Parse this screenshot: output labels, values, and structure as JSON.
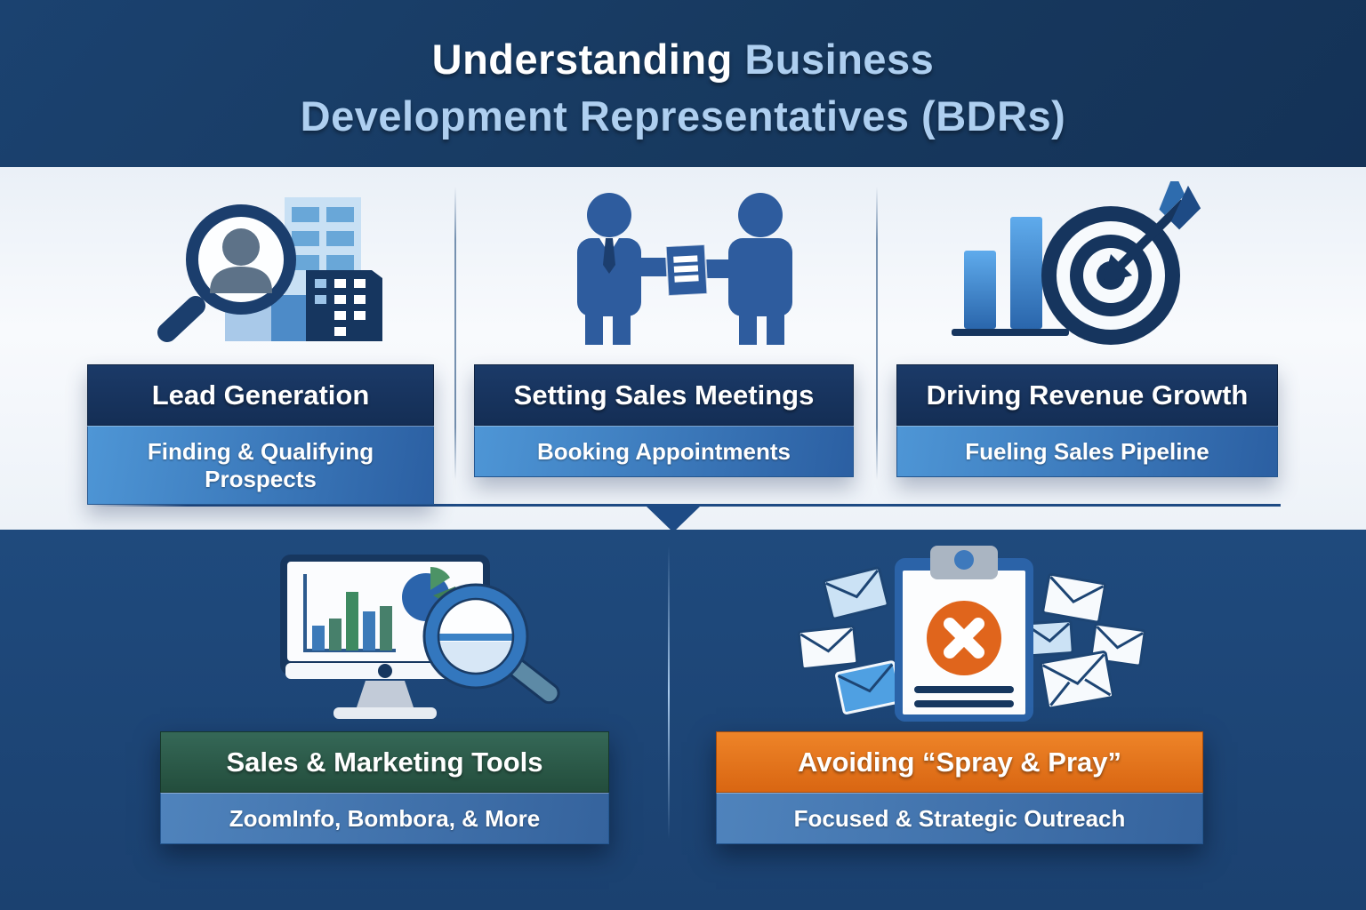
{
  "header": {
    "line1_white": "Understanding",
    "line1_blue": " Business",
    "line2": "Development Representatives (BDRs)"
  },
  "top_cards": [
    {
      "title": "Lead Generation",
      "subtitle": "Finding & Qualifying Prospects",
      "icon": "prospect-search-icon"
    },
    {
      "title": "Setting Sales Meetings",
      "subtitle": "Booking Appointments",
      "icon": "sales-meeting-icon"
    },
    {
      "title": "Driving Revenue Growth",
      "subtitle": "Fueling Sales Pipeline",
      "icon": "revenue-target-icon"
    }
  ],
  "bottom_cards": [
    {
      "title": "Sales & Marketing Tools",
      "subtitle": "ZoomInfo, Bombora, & More",
      "icon": "analytics-tools-icon",
      "accent_color": "#2E5F4B"
    },
    {
      "title": "Avoiding “Spray & Pray”",
      "subtitle": "Focused & Strategic Outreach",
      "icon": "avoid-mass-email-icon",
      "accent_color": "#E0701C"
    }
  ],
  "colors": {
    "header_bg": "#17395F",
    "title_highlight": "#AECFF0",
    "card_header_navy": "#142E55",
    "card_subtitle_blue": "#3672B4",
    "tools_green": "#2E5F4B",
    "warning_orange": "#E0701C",
    "bottom_bg": "#1D4677",
    "light_section_bg": "#F1F5FA"
  }
}
